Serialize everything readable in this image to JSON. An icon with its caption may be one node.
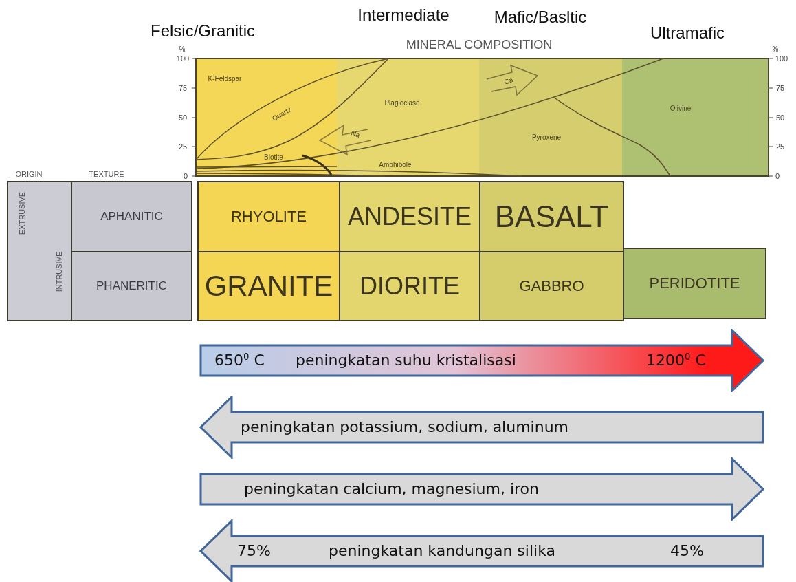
{
  "diagram": {
    "nodes": [
      {
        "text": [
          "650$^{0}$ C",
          "peningkatan suhu kristalisasi",
          "1200$^{0}$ C"
        ]
      },
      {
        "text": [
          "peningkatan potassium, sodium, aluminum"
        ]
      },
      {
        "text": [
          "peningkatan calcium, magnesium, iron"
        ]
      },
      {
        "text": [
          "75%",
          "peningkatan kandungan silika",
          "45%"
        ]
      }
    ],
    "labels": [
      "Intermediate",
      "Mafic/Basltic",
      "Felsic/Granitic",
      "Ultramafic",
      "MINERAL COMPOSITION",
      "%",
      "%",
      "100",
      "75",
      "50",
      "25",
      "0",
      "100",
      "75",
      "50",
      "25",
      "0",
      "K-Feldspar",
      "Plagioclase",
      "Ca",
      "Olivine",
      "Quartz",
      "Na",
      "Pyroxene",
      "Biotite",
      "Amphibole",
      "ORIGIN",
      "TEXTURE",
      "EXTRUSIVE",
      "APHANITIC",
      "RHYOLITE",
      "ANDESITE",
      "BASALT",
      "INTRUSIVE",
      "PHANERITIC",
      "GRANITE",
      "DIORITE",
      "GABBRO",
      "PERIDOTITE"
    ]
  }
}
